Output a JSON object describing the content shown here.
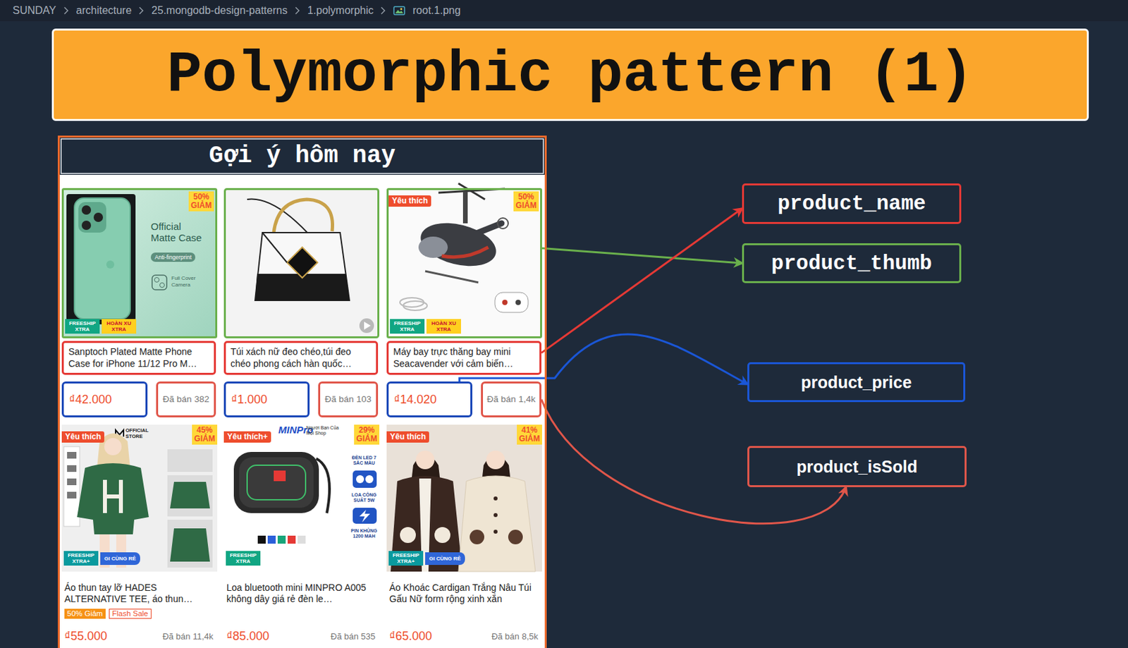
{
  "diagram": {
    "title": "Polymorphic pattern (1)",
    "nodes": [
      {
        "text": [
          "Gợi ý hôm nay"
        ]
      },
      {
        "text": [
          "50% GIẢM",
          "Official Matte Case",
          "Anti-fingerprint",
          "Full Cover Camera",
          "FREESHIP XTRA",
          "HOÀN XU XTRA"
        ],
        "in": 0
      },
      {
        "text": [
          "Sanptoch Plated Matte Phone Case for iPhone 11/12 Pro M…"
        ],
        "in": 0
      },
      {
        "text": [
          "₫42.000"
        ],
        "in": 0
      },
      {
        "text": [
          "Đã bán 382"
        ],
        "in": 0
      },
      {
        "text": [
          "Túi xách nữ đeo chéo,túi đeo chéo phong cách hàn quốc…"
        ],
        "in": 0
      },
      {
        "text": [
          "₫1.000"
        ],
        "in": 0
      },
      {
        "text": [
          "Đã bán 103"
        ],
        "in": 0
      },
      {
        "text": [
          "Yêu thích",
          "50% GIẢM",
          "FREESHIP XTRA",
          "HOÀN XU XTRA"
        ],
        "in": 0
      },
      {
        "text": [
          "Máy bay trực thăng bay mini Seacavender với cảm biến…"
        ],
        "in": 0
      },
      {
        "text": [
          "₫14.020"
        ],
        "in": 0
      },
      {
        "text": [
          "Đã bán 1,4k"
        ],
        "in": 0
      },
      {
        "text": [
          "Yêu thích",
          "OFFICIAL STORE",
          "45% GIẢM",
          "FREESHIP XTRA+",
          "GI CÙNG RẺ",
          "Áo thun tay lỡ HADES ALTERNATIVE TEE, áo thun…",
          "50% Giảm",
          "Flash Sale",
          "₫55.000",
          "Đã bán 11,4k"
        ],
        "in": 0
      },
      {
        "text": [
          "Yêu thích+",
          "MINPro",
          "Người Bạn Của Mọi Shop",
          "29% GIẢM",
          "ĐÈN LED 7 SẮC MÀU",
          "LOA CÔNG SUẤT 5W",
          "PIN KHỦNG 1200 MAH",
          "FREESHIP XTRA",
          "Loa bluetooth mini MINPRO A005 không dây giá rẻ đèn le…",
          "₫85.000",
          "Đã bán 535"
        ],
        "in": 0
      },
      {
        "text": [
          "Yêu thích",
          "41% GIẢM",
          "FREESHIP XTRA+",
          "GI CÙNG RẺ",
          "Áo Khoác Cardigan Trắng Nâu Túi Gấu Nữ form rộng xinh xắn",
          "₫65.000",
          "Đã bán 8,5k"
        ],
        "in": 0
      },
      {
        "text": [
          "product_name"
        ]
      },
      {
        "text": [
          "product_thumb"
        ]
      },
      {
        "text": [
          "product_price"
        ]
      },
      {
        "text": [
          "product_isSold"
        ]
      }
    ],
    "edges": [
      {
        "from": 8,
        "to": 16,
        "arrow": "to"
      },
      {
        "from": 9,
        "to": 15,
        "arrow": "to"
      },
      {
        "from": 10,
        "to": 17,
        "arrow": "to"
      },
      {
        "from": 11,
        "to": 18,
        "arrow": "to"
      }
    ],
    "labels": [
      "SUNDAY",
      "architecture",
      "25.mongodb-design-patterns",
      "1.polymorphic",
      "root.1.png"
    ]
  }
}
